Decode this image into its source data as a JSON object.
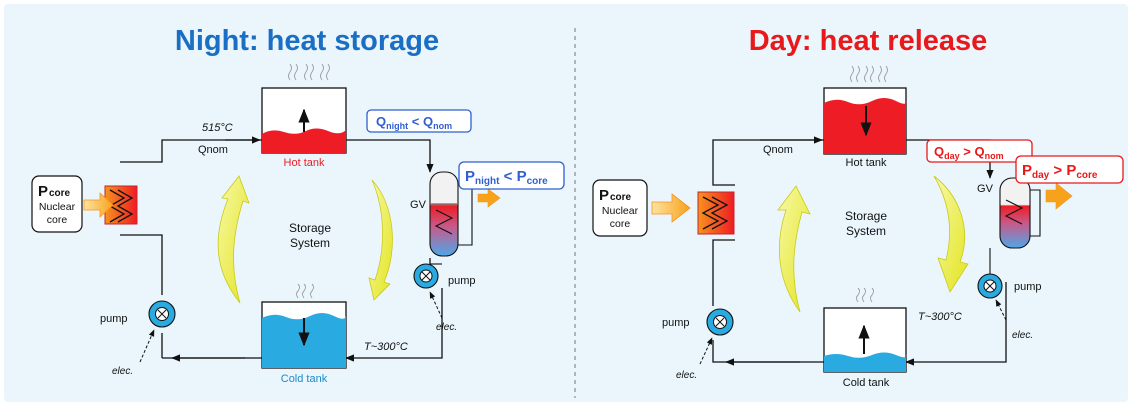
{
  "night": {
    "title": "Night: heat storage",
    "temp_label": "515°C",
    "qnom_label": "Qnom",
    "hot_tank_label": "Hot tank",
    "cold_tank_label": "Cold tank",
    "storage_line1": "Storage",
    "storage_line2": "System",
    "gv_label": "GV",
    "pump_gv_label": "pump",
    "pump_core_label": "pump",
    "elec_gv_label": "elec.",
    "elec_core_label": "elec.",
    "core_p": "P",
    "core_sub": "core",
    "core_line1": "Nuclear",
    "core_line2": "core",
    "t_label": "T~300°C",
    "q_box": {
      "a": "Q",
      "a_sub": "night",
      "op": " < ",
      "b": "Q",
      "b_sub": "nom"
    },
    "p_box": {
      "a": "P",
      "a_sub": "night",
      "op": " < ",
      "b": "P",
      "b_sub": "core"
    }
  },
  "day": {
    "title": "Day: heat release",
    "qnom_label": "Qnom",
    "hot_tank_label": "Hot tank",
    "cold_tank_label": "Cold tank",
    "storage_line1": "Storage",
    "storage_line2": "System",
    "gv_label": "GV",
    "pump_gv_label": "pump",
    "pump_core_label": "pump",
    "elec_gv_label": "elec.",
    "elec_core_label": "elec.",
    "core_p": "P",
    "core_sub": "core",
    "core_line1": "Nuclear",
    "core_line2": "core",
    "t_label": "T~300°C",
    "q_box": {
      "a": "Q",
      "a_sub": "day",
      "op": " > ",
      "b": "Q",
      "b_sub": "nom"
    },
    "p_box": {
      "a": "P",
      "a_sub": "day",
      "op": " > ",
      "b": "P",
      "b_sub": "core"
    }
  },
  "colors": {
    "background": "#eaf6fc",
    "night_title": "#1a6fc4",
    "day_title": "#e8191b",
    "hot": "#ee1c24",
    "cold": "#29abe2",
    "arrow_yellow": "#eef05a",
    "arrow_orange": "#fbb03b",
    "night_box": "#2f5fd0",
    "day_box": "#e8191b"
  }
}
